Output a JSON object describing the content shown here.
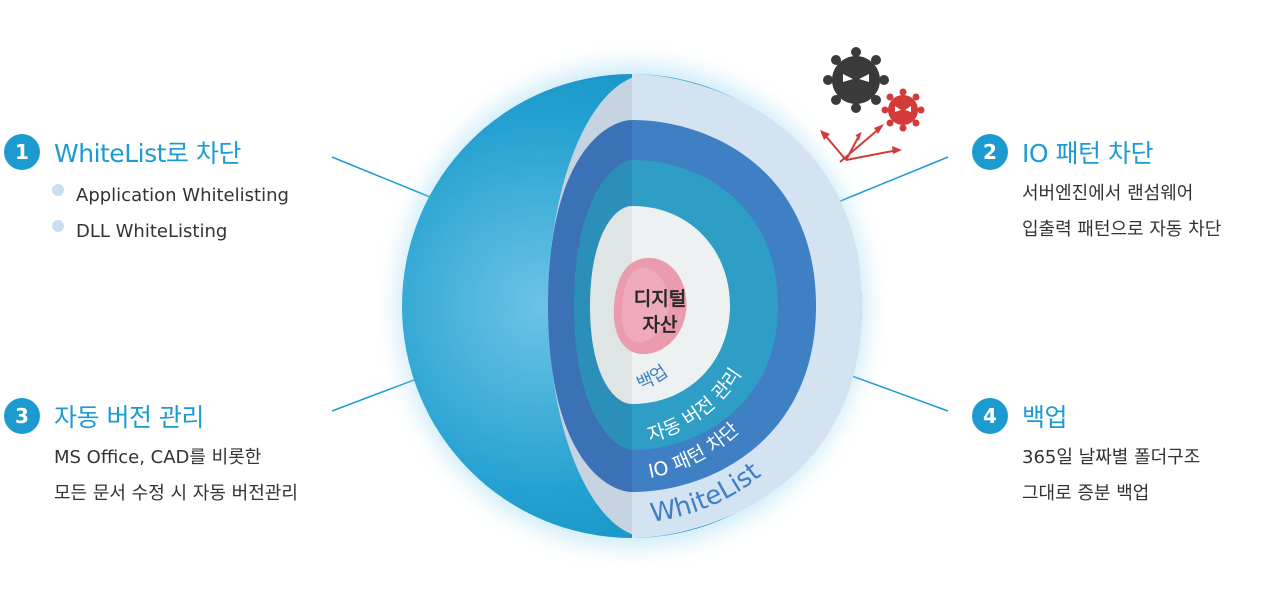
{
  "core": {
    "label_line1": "디지털",
    "label_line2": "자산"
  },
  "layers": {
    "backup": "백업",
    "version": "자동 버전 관리",
    "io_pattern": "IO 패턴 차단",
    "whitelist": "WhiteList"
  },
  "features": [
    {
      "number": "1",
      "title": "WhiteList로 차단",
      "bullets": [
        "Application Whitelisting",
        "DLL WhiteListing"
      ]
    },
    {
      "number": "2",
      "title": "IO 패턴 차단",
      "lines": [
        "서버엔진에서 랜섬웨어",
        "입출력 패턴으로 자동 차단"
      ]
    },
    {
      "number": "3",
      "title": "자동 버전 관리",
      "lines": [
        "MS Office, CAD를 비롯한",
        "모든 문서 수정 시 자동 버전관리"
      ]
    },
    {
      "number": "4",
      "title": "백업",
      "lines": [
        "365일 날짜별 폴더구조",
        "그대로 증분 백업"
      ]
    }
  ],
  "colors": {
    "accent": "#1d9bd1",
    "sphere": "#1b9bc9",
    "whitelist_layer": "#d3e3f2",
    "io_layer": "#3f7fc3",
    "version_layer": "#2f9ec6",
    "backup_layer": "#eef1f1",
    "core_blob": "#ea9cae",
    "virus_dark": "#3a3a3a",
    "virus_red": "#d33a3a"
  },
  "icons": [
    "virus-icon",
    "virus-icon",
    "deflect-arrows-icon"
  ]
}
